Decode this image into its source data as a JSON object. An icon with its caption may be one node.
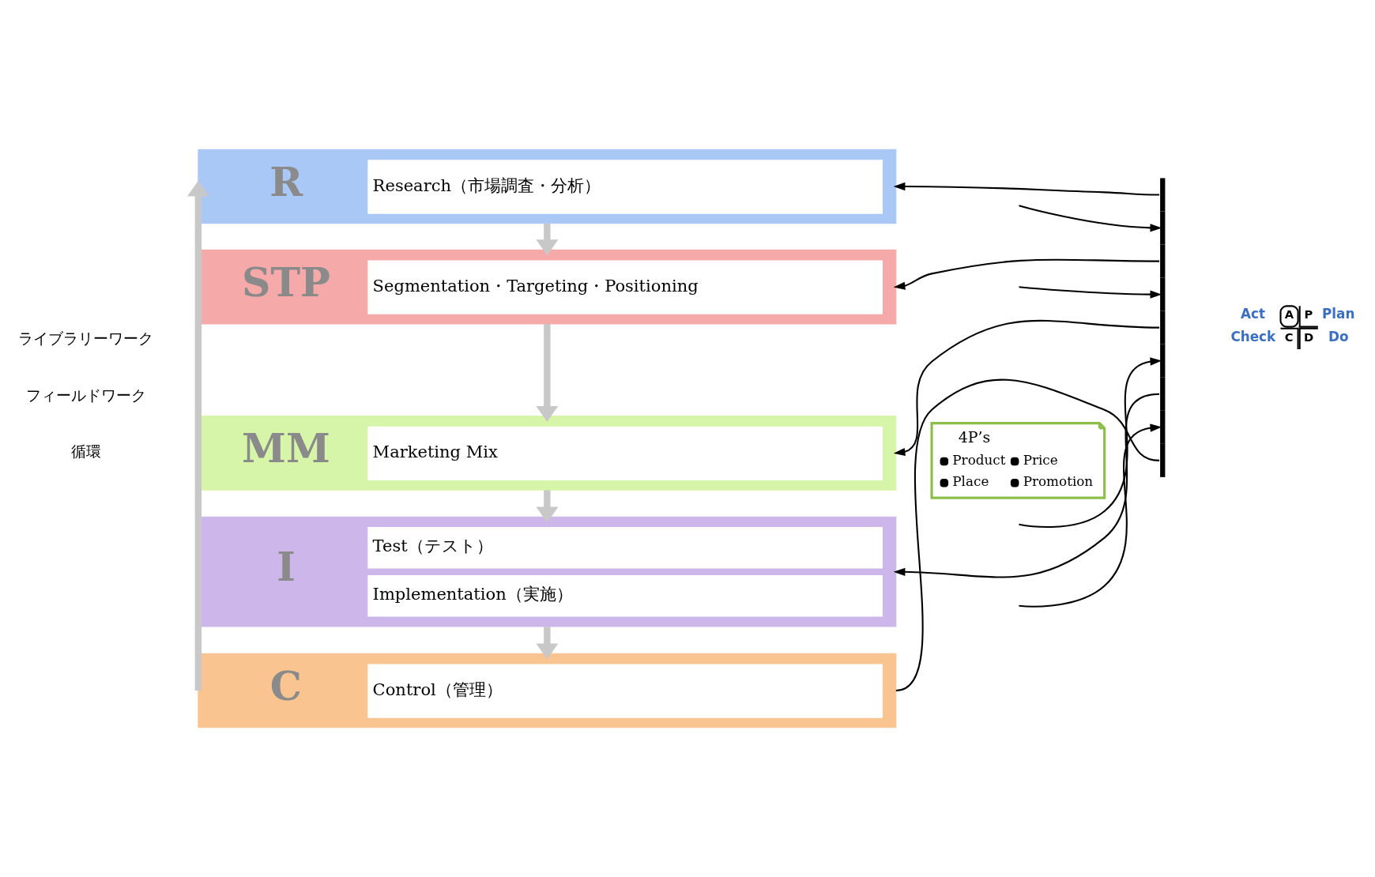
{
  "diagram": {
    "nodes": [
      {
        "text": [
          "A",
          "P",
          "C",
          "D"
        ],
        "beside": [
          "Act",
          "Plan",
          "Check",
          "Do"
        ]
      },
      {
        "text": [
          "R",
          "Research（市場調査・分析）"
        ]
      },
      {
        "text": [
          "STP",
          "Segmentation・Targeting・Positioning"
        ]
      },
      {
        "text": [
          "MM",
          "Marketing Mix"
        ]
      },
      {
        "text": [
          "4P’s",
          "Product",
          "Price",
          "Place",
          "Promotion"
        ]
      },
      {
        "text": [
          "I",
          "Test（テスト）",
          "Implementation（実施）"
        ]
      },
      {
        "text": [
          "C",
          "Control（管理）"
        ]
      },
      {
        "text": [],
        "shape": "bar"
      }
    ],
    "edges": [
      {
        "from": 1,
        "to": 2,
        "arrow": "to",
        "style": "thick",
        "color": "#c8c8c8"
      },
      {
        "from": 2,
        "to": 3,
        "arrow": "to",
        "style": "thick",
        "color": "#c8c8c8"
      },
      {
        "from": 3,
        "to": 5,
        "arrow": "to",
        "style": "thick",
        "color": "#c8c8c8"
      },
      {
        "from": 5,
        "to": 6,
        "arrow": "to",
        "style": "thick",
        "color": "#c8c8c8"
      },
      {
        "from": 6,
        "to": 1,
        "arrow": "to",
        "style": "thick",
        "color": "#c8c8c8"
      },
      {
        "from": 6,
        "to": 7,
        "arrow": "none"
      },
      {
        "from": 7,
        "to": 1,
        "arrow": "to"
      },
      {
        "from": 7,
        "to": 2,
        "arrow": "to"
      },
      {
        "from": 7,
        "to": 3,
        "arrow": "to"
      },
      {
        "from": 7,
        "to": 5,
        "arrow": "to"
      },
      {
        "from": null,
        "to": 7,
        "arrow": "to"
      },
      {
        "from": null,
        "to": 7,
        "arrow": "to"
      },
      {
        "from": null,
        "to": 7,
        "arrow": "to"
      },
      {
        "from": null,
        "to": 7,
        "arrow": "to"
      }
    ],
    "labels": [
      "ライブラリーワーク",
      "フィールドワーク",
      "循環"
    ]
  }
}
